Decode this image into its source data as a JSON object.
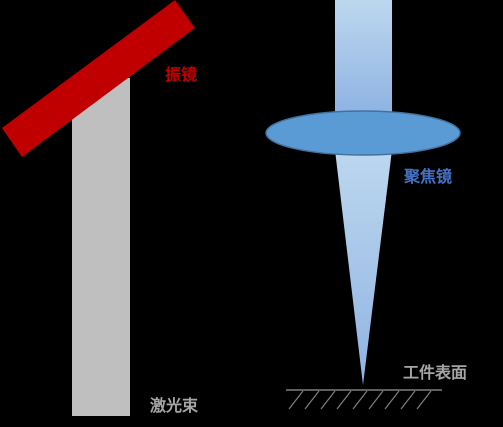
{
  "colors": {
    "background": "#000000",
    "laser_beam": "#bfbfbf",
    "galvo_mirror": "#c00000",
    "lens_fill": "#5b9bd5",
    "lens_stroke": "#41719c",
    "focused_beam": "#9dc3e6",
    "hatch": "#7f7f7f",
    "label_galvo": "#c00000",
    "label_lens": "#4472c4",
    "label_surface": "#a6a6a6",
    "label_beam": "#a6a6a6"
  },
  "labels": {
    "galvo_mirror": "振镜",
    "focus_lens": "聚焦镜",
    "workpiece_surface": "工件表面",
    "laser_beam": "激光束"
  }
}
